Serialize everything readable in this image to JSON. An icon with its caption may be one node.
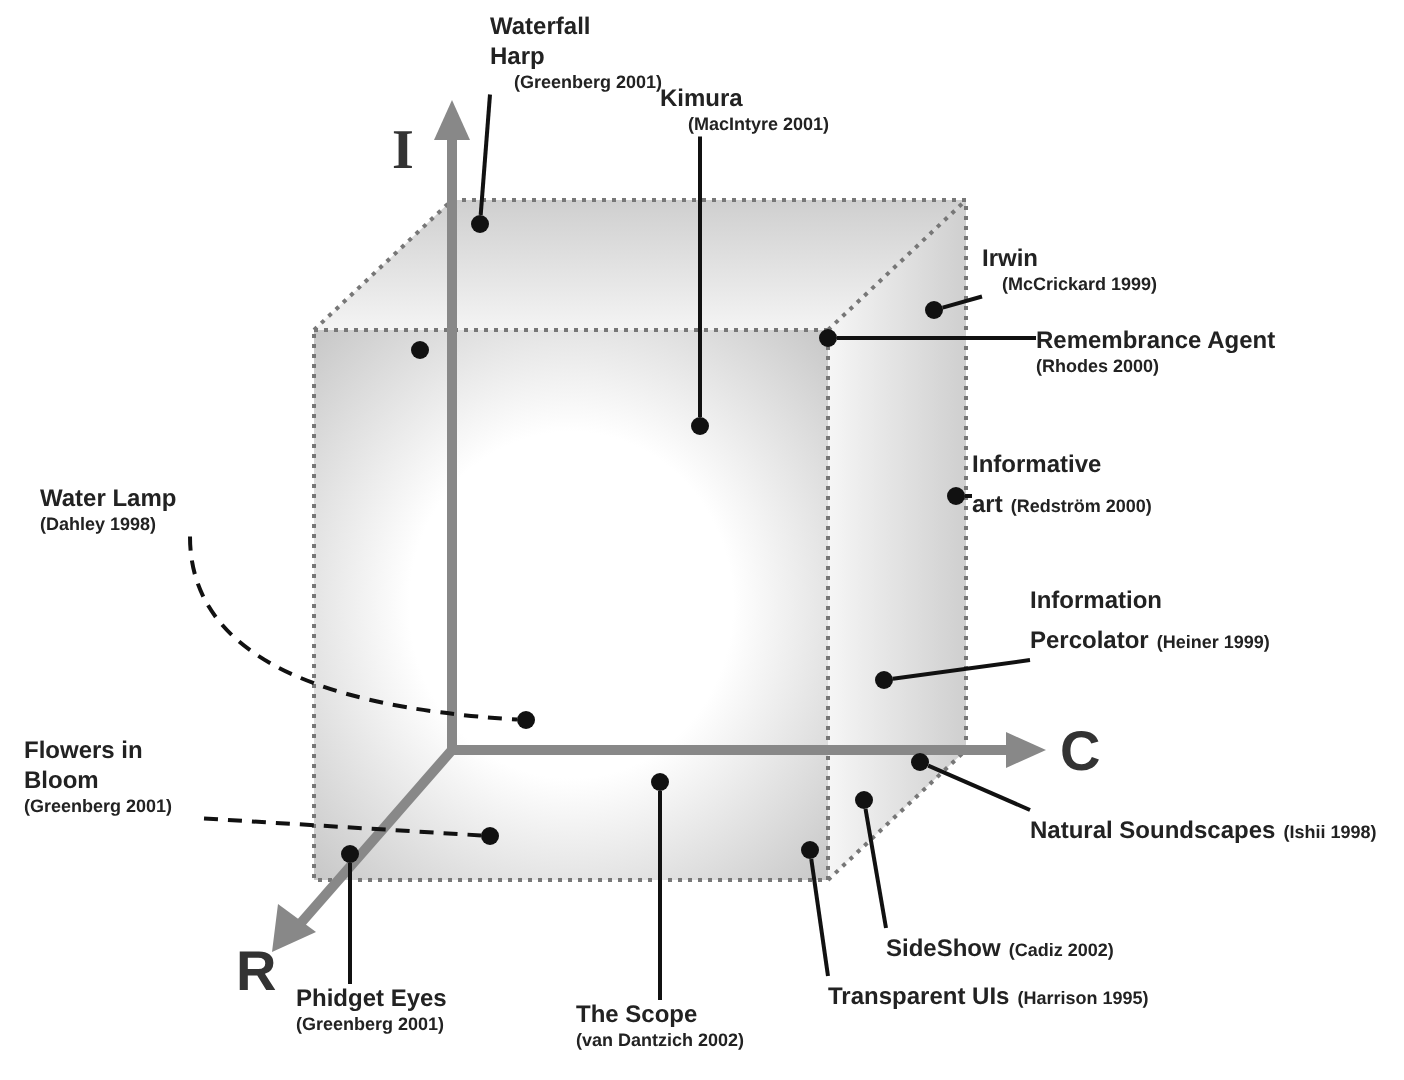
{
  "diagram": {
    "nodes": [
      {
        "text": [
          "Waterfall Harp",
          "(Greenberg 2001)"
        ]
      },
      {
        "text": [
          "Kimura",
          "(MacIntyre 2001)"
        ]
      },
      {
        "text": [
          "Irwin",
          "(McCrickard 1999)"
        ]
      },
      {
        "text": [
          "Remembrance Agent",
          "(Rhodes 2000)"
        ]
      },
      {
        "text": [
          "Informative art",
          "(Redström 2000)"
        ]
      },
      {
        "text": [
          "Water Lamp",
          "(Dahley 1998)"
        ]
      },
      {
        "text": [
          "Information Percolator",
          "(Heiner 1999)"
        ]
      },
      {
        "text": [
          "Flowers in Bloom",
          "(Greenberg 2001)"
        ]
      },
      {
        "text": [
          "Natural Soundscapes",
          "(Ishii 1998)"
        ]
      },
      {
        "text": [
          "SideShow",
          "(Cadiz 2002)"
        ]
      },
      {
        "text": [
          "Transparent UIs",
          "(Harrison 1995)"
        ]
      },
      {
        "text": [
          "Phidget Eyes",
          "(Greenberg 2001)"
        ]
      },
      {
        "text": [
          "The Scope",
          "(van Dantzich 2002)"
        ]
      },
      {
        "text": [],
        "shape": "circle"
      },
      {
        "text": [],
        "shape": "circle"
      },
      {
        "text": [],
        "shape": "circle"
      },
      {
        "text": [],
        "shape": "circle"
      },
      {
        "text": [],
        "shape": "circle"
      },
      {
        "text": [],
        "shape": "circle"
      },
      {
        "text": [],
        "shape": "circle"
      },
      {
        "text": [],
        "shape": "circle"
      },
      {
        "text": [],
        "shape": "circle"
      },
      {
        "text": [],
        "shape": "circle"
      },
      {
        "text": [],
        "shape": "circle"
      },
      {
        "text": [],
        "shape": "circle"
      },
      {
        "text": [],
        "shape": "circle"
      }
    ],
    "edges": [
      {
        "from": 0,
        "to": 13,
        "arrow": "none"
      },
      {
        "from": 1,
        "to": 14,
        "arrow": "none"
      },
      {
        "from": 2,
        "to": 15,
        "arrow": "none"
      },
      {
        "from": 3,
        "to": 16,
        "arrow": "none"
      },
      {
        "from": 4,
        "to": 17,
        "arrow": "none"
      },
      {
        "from": 5,
        "to": 18,
        "arrow": "none",
        "style": "dashed"
      },
      {
        "from": 6,
        "to": 19,
        "arrow": "none"
      },
      {
        "from": 7,
        "to": 20,
        "arrow": "none",
        "style": "dashed"
      },
      {
        "from": 8,
        "to": 21,
        "arrow": "none"
      },
      {
        "from": 9,
        "to": 22,
        "arrow": "none"
      },
      {
        "from": 10,
        "to": 23,
        "arrow": "none"
      },
      {
        "from": 11,
        "to": 24,
        "arrow": "none"
      },
      {
        "from": 12,
        "to": 25,
        "arrow": "none"
      }
    ],
    "labels": [
      "I",
      "C",
      "R"
    ]
  }
}
